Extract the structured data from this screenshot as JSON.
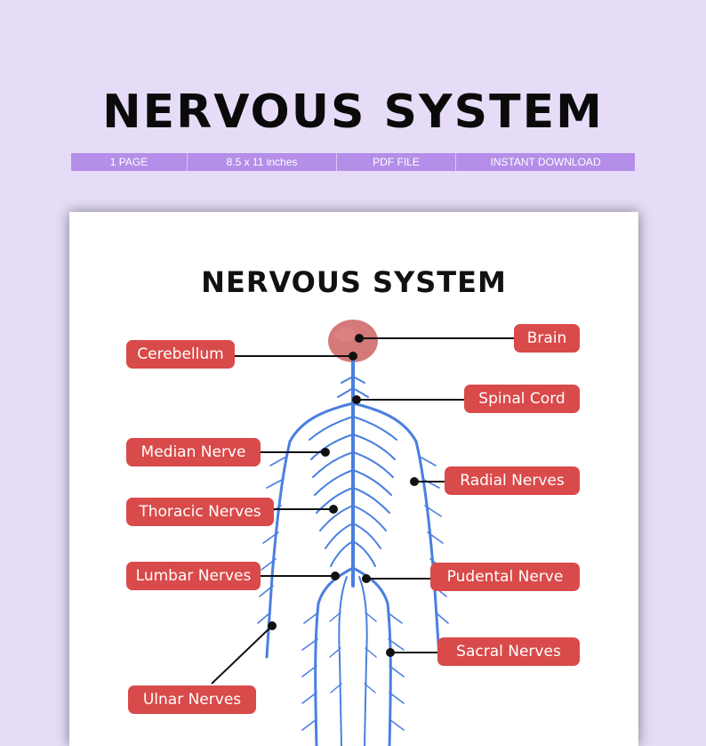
{
  "header": {
    "title": "NERVOUS SYSTEM",
    "info": [
      "1 PAGE",
      "8.5 x 11 inches",
      "PDF FILE",
      "INSTANT DOWNLOAD"
    ]
  },
  "sheet": {
    "title": "NERVOUS SYSTEM",
    "labels": {
      "brain": "Brain",
      "cerebellum": "Cerebellum",
      "spinal_cord": "Spinal Cord",
      "median_nerve": "Median Nerve",
      "radial_nerves": "Radial Nerves",
      "thoracic_nerves": "Thoracic Nerves",
      "lumbar_nerves": "Lumbar Nerves",
      "pudental_nerve": "Pudental Nerve",
      "sacral_nerves": "Sacral Nerves",
      "ulnar_nerves": "Ulnar Nerves"
    }
  },
  "colors": {
    "background": "#e6dcf8",
    "info_bar": "#b48ee8",
    "label_fill": "#d94a4a",
    "brain": "#d06a6a",
    "nerve": "#4a7fe0"
  }
}
